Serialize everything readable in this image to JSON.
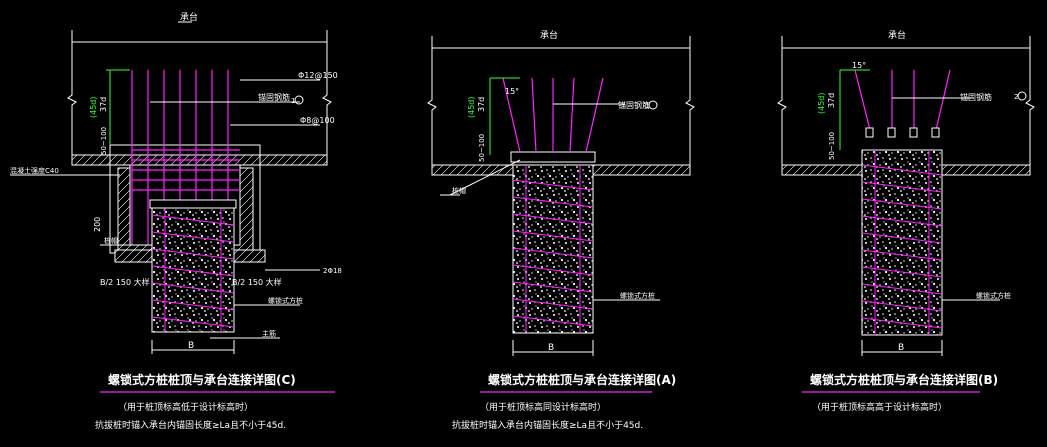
{
  "colors": {
    "background": "#000000",
    "line": "#ffffff",
    "rebar": "#ff22ff",
    "dim_green": "#33ff33",
    "title_underline": "#cc22cc"
  },
  "panel_c": {
    "top_label": "承台",
    "rebar_note_1": "Φ12@150",
    "anchor_label": "锚固钢筋",
    "anchor_num": "1",
    "stirrup_note": "Φ8@100",
    "side_cover_label": "混凝土强度C40",
    "dim_45d": "(45d)",
    "dim_37d": "37d",
    "dim_50_100": "50~100",
    "dim_200": "200",
    "dim_b": "B",
    "left_note": "B/2 150 大样",
    "right_note": "B/2 150 大样",
    "rebar_2": "2Φ18",
    "cap_label": "桩帽",
    "pile_label": "螺锁式方桩",
    "main_bar": "主筋",
    "title": "螺锁式方桩桩顶与承台连接详图(C)",
    "subtitle": "（用于桩顶标高低于设计标高时）",
    "note": "抗拔桩时锚入承台内锚固长度≥La且不小于45d."
  },
  "panel_a": {
    "top_label": "承台",
    "angle": "15°",
    "anchor_label": "锚固钢筋",
    "anchor_num": "1",
    "dim_45d": "(45d)",
    "dim_37d": "37d",
    "dim_50_100": "50~100",
    "cap_label": "桩帽",
    "pile_label": "螺锁式方桩",
    "dim_b": "B",
    "title": "螺锁式方桩桩顶与承台连接详图(A)",
    "subtitle": "（用于桩顶标高同设计标高时）",
    "note": "抗拔桩时锚入承台内锚固长度≥La且不小于45d."
  },
  "panel_b": {
    "top_label": "承台",
    "angle": "15°",
    "anchor_label": "锚固钢筋",
    "anchor_num": "2",
    "dim_45d": "(45d)",
    "dim_37d": "37d",
    "dim_50_100": "50~100",
    "pile_label": "螺锁式方桩",
    "dim_b": "B",
    "title": "螺锁式方桩桩顶与承台连接详图(B)",
    "subtitle": "（用于桩顶标高高于设计标高时）"
  }
}
